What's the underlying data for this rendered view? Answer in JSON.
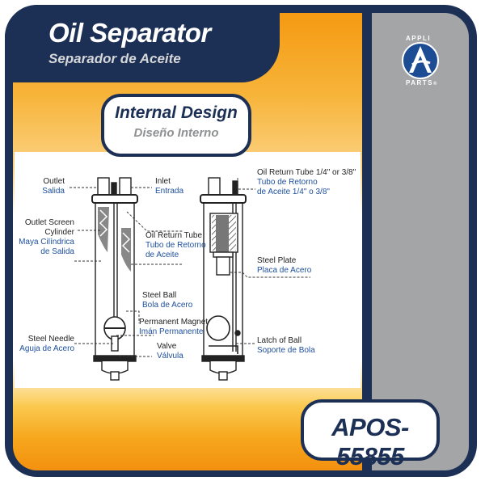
{
  "title": {
    "main": "Oil Separator",
    "sub": "Separador de Aceite"
  },
  "design": {
    "main": "Internal Design",
    "sub": "Diseño Interno"
  },
  "part_number": "APOS-55855",
  "logo": {
    "top": "APPLI",
    "bottom": "PARTS",
    "mark": "®"
  },
  "colors": {
    "navy": "#1c2f55",
    "orange": "#f59a12",
    "grey": "#a4a5a7",
    "label_blue": "#1d4f9c"
  },
  "labels": {
    "outlet": {
      "en": "Outlet",
      "es": "Salida"
    },
    "inlet": {
      "en": "Inlet",
      "es": "Entrada"
    },
    "screen": {
      "en1": "Outlet Screen",
      "en2": "Cylinder",
      "es1": "Maya Cilíndrica",
      "es2": "de Salida"
    },
    "return_tube": {
      "en": "Oil Return Tube",
      "es1": "Tubo de Retorno",
      "es2": "de Aceite"
    },
    "steel_ball": {
      "en": "Steel Ball",
      "es": "Bola de Acero"
    },
    "magnet": {
      "en": "Permanent Magnet",
      "es": "Imán Permanente"
    },
    "needle": {
      "en": "Steel Needle",
      "es": "Aguja de Acero"
    },
    "valve": {
      "en": "Valve",
      "es": "Válvula"
    },
    "return_tube_size": {
      "en": "Oil Return Tube 1/4\" or 3/8\"",
      "es1": "Tubo de Retorno",
      "es2": "de Aceite 1/4\" o 3/8\""
    },
    "steel_plate": {
      "en": "Steel Plate",
      "es": "Placa de Acero"
    },
    "latch": {
      "en": "Latch of Ball",
      "es": "Soporte de Bola"
    }
  }
}
